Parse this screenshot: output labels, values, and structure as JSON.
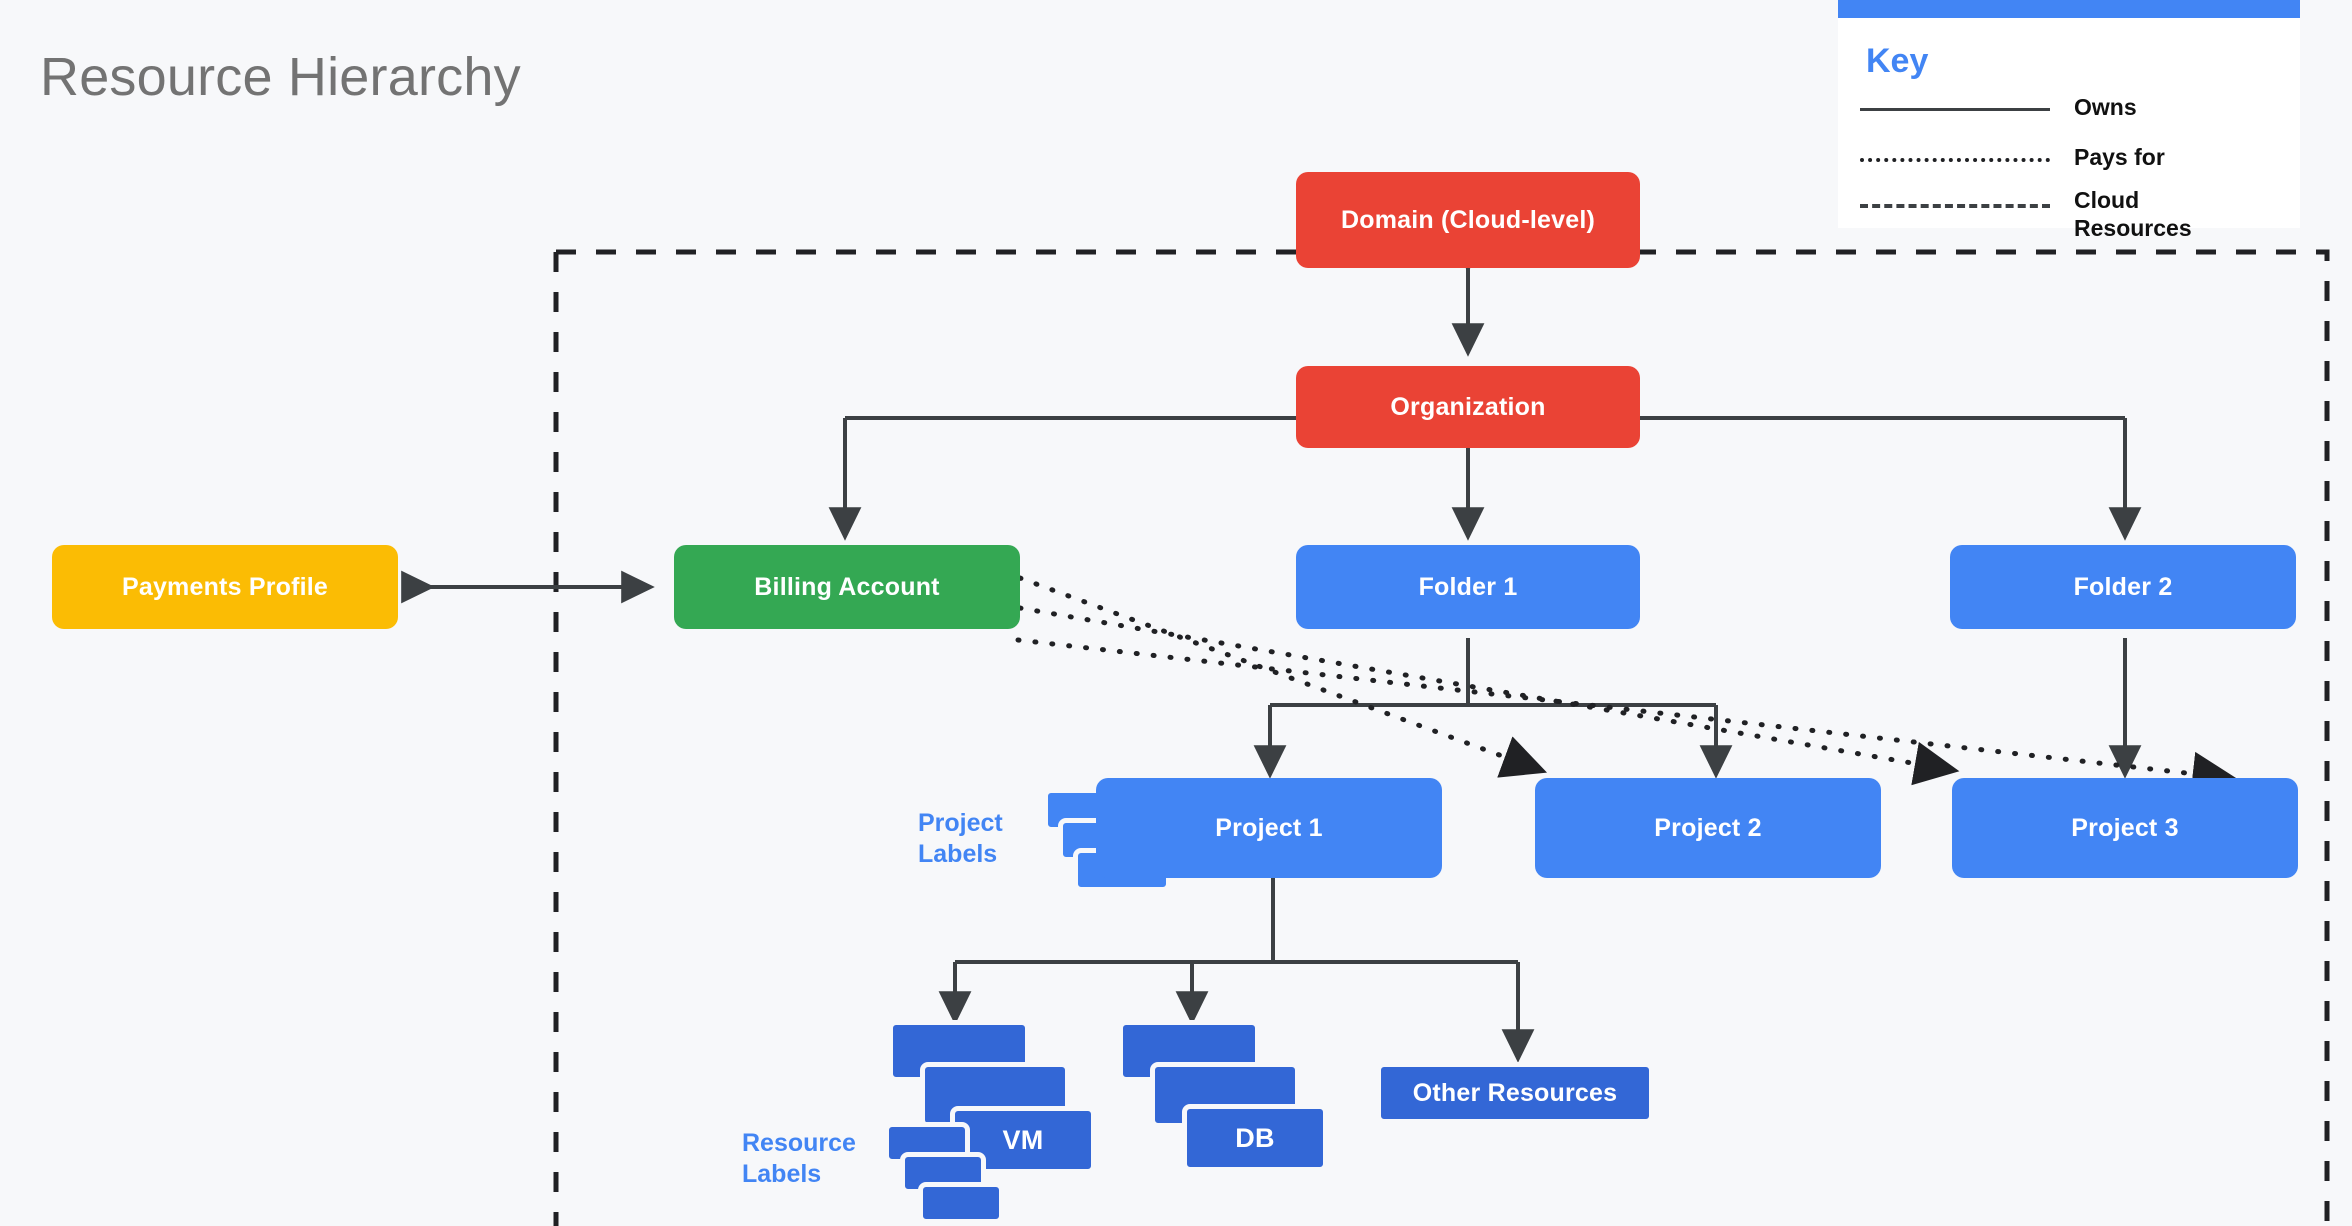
{
  "page": {
    "title": "Resource Hierarchy",
    "background": "#F7F8FA"
  },
  "colors": {
    "red": "#EA4335",
    "green": "#34A853",
    "amber": "#FBBC04",
    "blue": "#4285F4",
    "dark_blue": "#3367D6",
    "line": "#3C4043",
    "title_gray": "#737373"
  },
  "legend": {
    "title": "Key",
    "accent_bar_color": "#4285F4",
    "items": [
      {
        "style": "solid",
        "label": "Owns"
      },
      {
        "style": "dotted",
        "label": "Pays for"
      },
      {
        "style": "dashed",
        "label": "Cloud\nResources"
      }
    ]
  },
  "nodes": {
    "domain": {
      "label": "Domain (Cloud-level)",
      "color": "red"
    },
    "organization": {
      "label": "Organization",
      "color": "red"
    },
    "payments_profile": {
      "label": "Payments Profile",
      "color": "amber"
    },
    "billing_account": {
      "label": "Billing Account",
      "color": "green"
    },
    "folder1": {
      "label": "Folder 1",
      "color": "blue"
    },
    "folder2": {
      "label": "Folder 2",
      "color": "blue"
    },
    "project1": {
      "label": "Project 1",
      "color": "blue"
    },
    "project2": {
      "label": "Project 2",
      "color": "blue"
    },
    "project3": {
      "label": "Project 3",
      "color": "blue"
    },
    "vm": {
      "label": "VM",
      "color": "dark_blue"
    },
    "db": {
      "label": "DB",
      "color": "dark_blue"
    },
    "other_resources": {
      "label": "Other Resources",
      "color": "dark_blue"
    }
  },
  "annotations": {
    "project_labels": "Project\nLabels",
    "resource_labels": "Resource\nLabels"
  },
  "boundary": {
    "style": "dashed",
    "meaning": "Cloud Resources"
  },
  "relationships": [
    {
      "from": "domain",
      "to": "organization",
      "type": "owns",
      "bidirectional": true
    },
    {
      "from": "organization",
      "to": "billing_account",
      "type": "owns"
    },
    {
      "from": "organization",
      "to": "folder1",
      "type": "owns"
    },
    {
      "from": "organization",
      "to": "folder2",
      "type": "owns"
    },
    {
      "from": "payments_profile",
      "to": "billing_account",
      "type": "owns",
      "bidirectional": true
    },
    {
      "from": "folder1",
      "to": "project1",
      "type": "owns"
    },
    {
      "from": "folder1",
      "to": "project2",
      "type": "owns"
    },
    {
      "from": "folder2",
      "to": "project3",
      "type": "owns"
    },
    {
      "from": "project1",
      "to": "vm",
      "type": "owns"
    },
    {
      "from": "project1",
      "to": "db",
      "type": "owns"
    },
    {
      "from": "project1",
      "to": "other_resources",
      "type": "owns"
    },
    {
      "from": "billing_account",
      "to": "project1",
      "type": "pays_for"
    },
    {
      "from": "billing_account",
      "to": "project2",
      "type": "pays_for"
    },
    {
      "from": "billing_account",
      "to": "project3",
      "type": "pays_for"
    }
  ]
}
